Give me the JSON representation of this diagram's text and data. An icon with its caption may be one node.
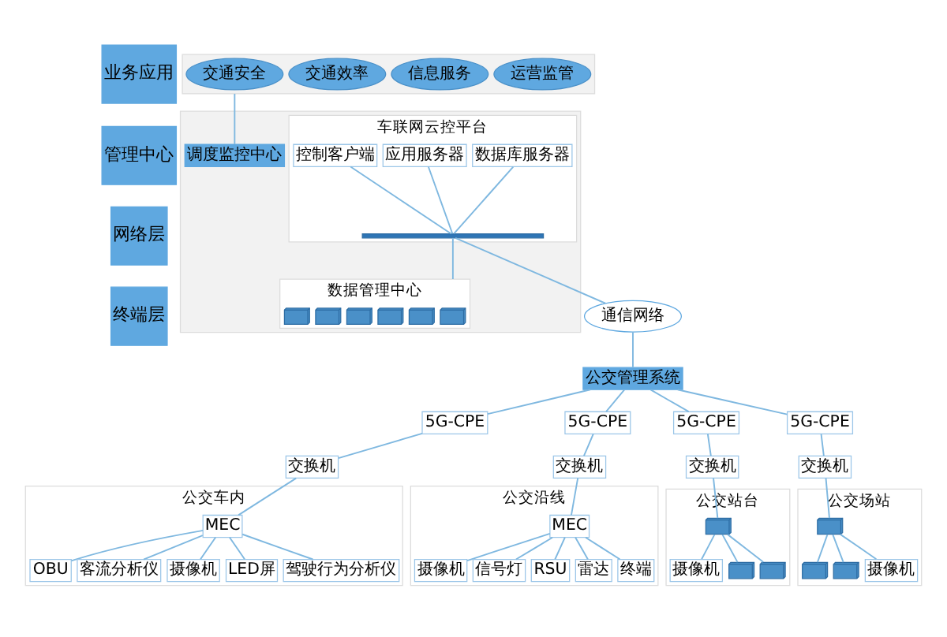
{
  "diagram": {
    "nodes": [
      {
        "text": [
          "业务应用"
        ]
      },
      {
        "text": [],
        "shape": "box"
      },
      {
        "text": [
          "交通安全"
        ],
        "in": 1
      },
      {
        "text": [
          "交通效率"
        ],
        "in": 1
      },
      {
        "text": [
          "信息服务"
        ],
        "in": 1
      },
      {
        "text": [
          "运营监管"
        ],
        "in": 1
      },
      {
        "text": [
          "管理中心"
        ]
      },
      {
        "text": [],
        "shape": "box"
      },
      {
        "text": [
          "调度监控中心"
        ],
        "in": 7
      },
      {
        "text": [
          "车联网云控平台"
        ],
        "in": 7
      },
      {
        "text": [
          "数据库服务器"
        ],
        "in": 9
      },
      {
        "text": [
          "应用服务器"
        ],
        "in": 9
      },
      {
        "text": [
          "控制客户端"
        ],
        "in": 9
      },
      {
        "text": [],
        "shape": "bar",
        "in": 9
      },
      {
        "text": [
          "数据管理中心"
        ],
        "in": 7
      },
      {
        "text": [],
        "shape": "picture",
        "in": 14
      },
      {
        "text": [],
        "shape": "picture",
        "in": 14
      },
      {
        "text": [],
        "shape": "picture",
        "in": 14
      },
      {
        "text": [],
        "shape": "picture",
        "in": 14
      },
      {
        "text": [],
        "shape": "picture",
        "in": 14
      },
      {
        "text": [],
        "shape": "picture",
        "in": 14
      },
      {
        "text": [
          "网络层"
        ]
      },
      {
        "text": [
          "通信网络"
        ]
      },
      {
        "text": [
          "公交管理系统"
        ]
      },
      {
        "text": [
          "5G-CPE"
        ]
      },
      {
        "text": [
          "5G-CPE"
        ]
      },
      {
        "text": [
          "5G-CPE"
        ]
      },
      {
        "text": [
          "5G-CPE"
        ]
      },
      {
        "text": [
          "交换机"
        ]
      },
      {
        "text": [
          "交换机"
        ]
      },
      {
        "text": [
          "交换机"
        ]
      },
      {
        "text": [
          "交换机"
        ]
      },
      {
        "text": [
          "终端层"
        ]
      },
      {
        "text": [
          "公交车内"
        ]
      },
      {
        "text": [
          "MEC"
        ],
        "in": 33
      },
      {
        "text": [
          "OBU"
        ],
        "in": 33
      },
      {
        "text": [
          "客流分析仪"
        ],
        "in": 33
      },
      {
        "text": [
          "摄像机"
        ],
        "in": 33
      },
      {
        "text": [
          "LED屏"
        ],
        "in": 33
      },
      {
        "text": [
          "驾驶行为分析仪"
        ],
        "in": 33
      },
      {
        "text": [
          "公交沿线"
        ]
      },
      {
        "text": [
          "MEC"
        ],
        "in": 40
      },
      {
        "text": [
          "摄像机"
        ],
        "in": 40
      },
      {
        "text": [
          "信号灯"
        ],
        "in": 40
      },
      {
        "text": [
          "RSU"
        ],
        "in": 40
      },
      {
        "text": [
          "雷达"
        ],
        "in": 40
      },
      {
        "text": [
          "终端"
        ],
        "in": 40
      },
      {
        "text": [
          "公交站台"
        ]
      },
      {
        "text": [],
        "shape": "picture",
        "in": 47
      },
      {
        "text": [
          "摄像机"
        ],
        "in": 47
      },
      {
        "text": [],
        "shape": "picture",
        "in": 47
      },
      {
        "text": [],
        "shape": "picture",
        "in": 47
      },
      {
        "text": [
          "公交场站"
        ]
      },
      {
        "text": [],
        "shape": "picture",
        "in": 52
      },
      {
        "text": [],
        "shape": "picture",
        "in": 52
      },
      {
        "text": [],
        "shape": "picture",
        "in": 52
      },
      {
        "text": [
          "摄像机"
        ],
        "in": 52
      }
    ],
    "edges": [
      {
        "from": 1,
        "to": 8,
        "arrow": "none"
      },
      {
        "from": 10,
        "to": 13,
        "arrow": "none"
      },
      {
        "from": 11,
        "to": 13,
        "arrow": "none"
      },
      {
        "from": 12,
        "to": 13,
        "arrow": "none"
      },
      {
        "from": 13,
        "to": 14,
        "arrow": "none"
      },
      {
        "from": 13,
        "to": 22,
        "arrow": "none"
      },
      {
        "from": 22,
        "to": 23,
        "arrow": "none"
      },
      {
        "from": 23,
        "to": 24,
        "arrow": "none"
      },
      {
        "from": 23,
        "to": 25,
        "arrow": "none"
      },
      {
        "from": 23,
        "to": 26,
        "arrow": "none"
      },
      {
        "from": 23,
        "to": 27,
        "arrow": "none"
      },
      {
        "from": 24,
        "to": 28,
        "arrow": "none"
      },
      {
        "from": 25,
        "to": 29,
        "arrow": "none"
      },
      {
        "from": 26,
        "to": 30,
        "arrow": "none"
      },
      {
        "from": 27,
        "to": 31,
        "arrow": "none"
      },
      {
        "from": 28,
        "to": 34,
        "arrow": "none"
      },
      {
        "from": 29,
        "to": 41,
        "arrow": "none"
      },
      {
        "from": 30,
        "to": 48,
        "arrow": "none"
      },
      {
        "from": 31,
        "to": 53,
        "arrow": "none"
      },
      {
        "from": 34,
        "to": 35,
        "arrow": "none"
      },
      {
        "from": 34,
        "to": 36,
        "arrow": "none"
      },
      {
        "from": 34,
        "to": 37,
        "arrow": "none"
      },
      {
        "from": 34,
        "to": 38,
        "arrow": "none"
      },
      {
        "from": 34,
        "to": 39,
        "arrow": "none"
      },
      {
        "from": 41,
        "to": 42,
        "arrow": "none"
      },
      {
        "from": 41,
        "to": 43,
        "arrow": "none"
      },
      {
        "from": 41,
        "to": 44,
        "arrow": "none"
      },
      {
        "from": 41,
        "to": 45,
        "arrow": "none"
      },
      {
        "from": 41,
        "to": 46,
        "arrow": "none"
      },
      {
        "from": 48,
        "to": 49,
        "arrow": "none"
      },
      {
        "from": 48,
        "to": 50,
        "arrow": "none"
      },
      {
        "from": 48,
        "to": 51,
        "arrow": "none"
      },
      {
        "from": 53,
        "to": 54,
        "arrow": "none"
      },
      {
        "from": 53,
        "to": 55,
        "arrow": "none"
      },
      {
        "from": 53,
        "to": 56,
        "arrow": "none"
      }
    ]
  }
}
